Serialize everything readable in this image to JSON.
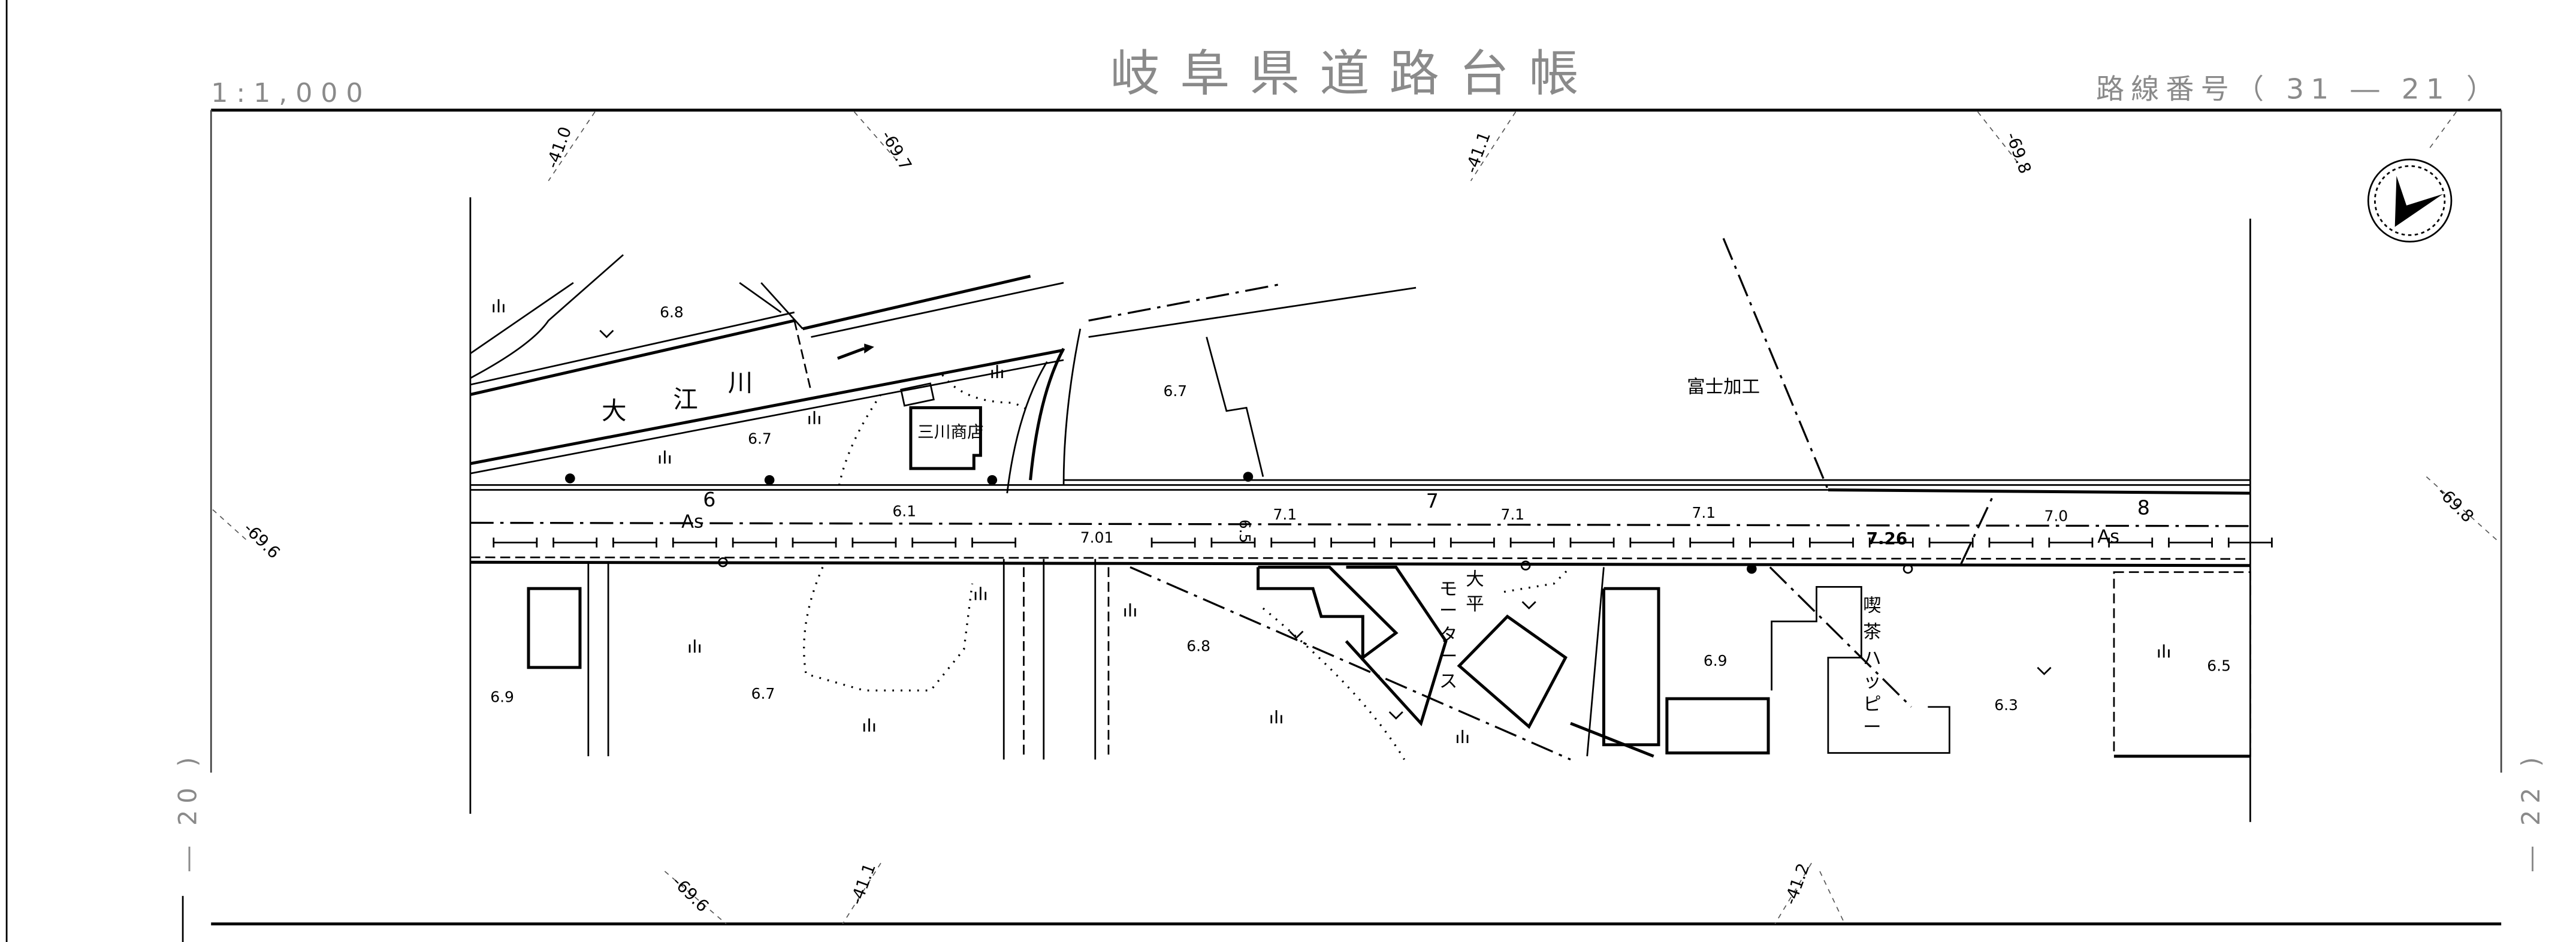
{
  "header": {
    "title": "岐阜県道路台帳",
    "scale": "1:1,000",
    "route_label": "路線番号（ 31 ― 21 ）"
  },
  "side_labels": {
    "left": "― 20 )",
    "right": "― 22 )"
  },
  "grid_labels": [
    "-41.0",
    "-69.7",
    "-41.1",
    "-69.8",
    "-69.6",
    "-69.8",
    "-69.6",
    "-41.1",
    "-41.2"
  ],
  "road": {
    "stations": [
      "6",
      "7",
      "8"
    ],
    "surface": [
      "As",
      "As"
    ],
    "elevations": [
      "6.1",
      "7.01",
      "6.5",
      "7.1",
      "7.1",
      "7.1",
      "7.26",
      "7.0"
    ]
  },
  "spot_heights": [
    "6.8",
    "6.7",
    "6.7",
    "6.8",
    "6.7",
    "6.9",
    "6.9",
    "6.3",
    "6.5"
  ],
  "places": {
    "river": [
      "大",
      "江",
      "川"
    ],
    "shop": "三川商店",
    "factory": "富士加工",
    "motors": [
      "大",
      "平",
      "モ",
      "ー",
      "タ",
      "ー",
      "ス"
    ],
    "cafe": [
      "喫",
      "茶",
      "ハ",
      "ッ",
      "ピ",
      "ー"
    ]
  },
  "icons": {
    "north_arrow": "north-arrow-icon"
  }
}
